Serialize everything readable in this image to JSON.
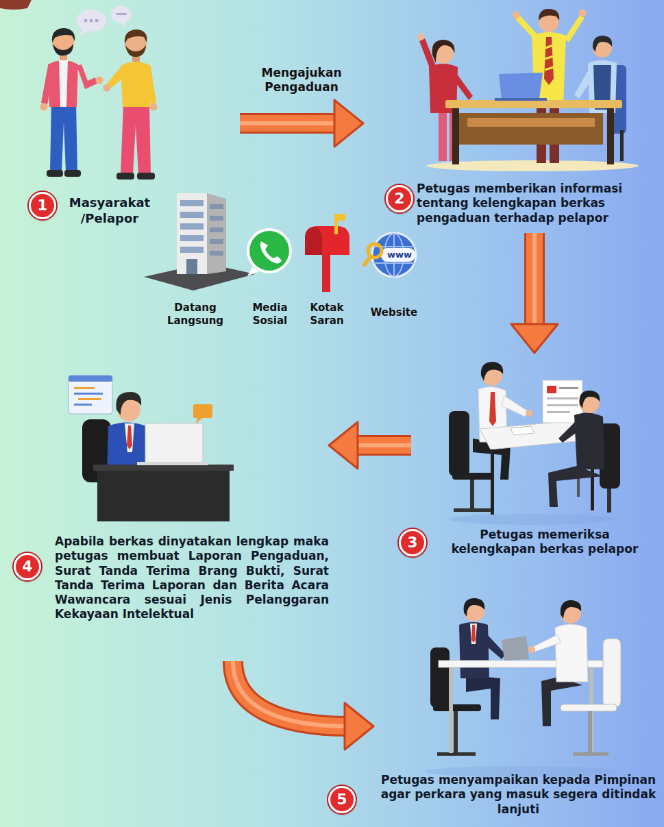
{
  "diagram": {
    "nodes": [
      {
        "text": [
          "Masyarakat /Pelapor"
        ]
      },
      {
        "text": [
          "Petugas memberikan informasi tentang kelengkapan berkas pengaduan terhadap pelapor"
        ]
      },
      {
        "text": [
          "Petugas memeriksa kelengkapan berkas pelapor"
        ]
      },
      {
        "text": [
          "Apabila berkas dinyatakan lengkap maka petugas membuat Laporan Pengaduan, Surat Tanda Terima Brang Bukti, Surat Tanda Terima Laporan dan Berita Acara Wawancara sesuai Jenis Pelanggaran Kekayaan Intelektual"
        ]
      },
      {
        "text": [
          "Petugas menyampaikan kepada Pimpinan agar perkara yang masuk segera ditindak lanjuti"
        ]
      }
    ],
    "edges": [
      {
        "from": 0,
        "to": 1,
        "label": "Mengajukan Pengaduan",
        "arrow": "to"
      },
      {
        "from": 1,
        "to": 2,
        "arrow": "to"
      },
      {
        "from": 2,
        "to": 3,
        "arrow": "to"
      },
      {
        "from": 3,
        "to": 4,
        "arrow": "to"
      }
    ],
    "labels": [
      "1",
      "2",
      "Datang Langsung",
      "Media Sosial",
      "Kotak Saran",
      "Website",
      "www",
      "3",
      "4",
      "5"
    ]
  }
}
